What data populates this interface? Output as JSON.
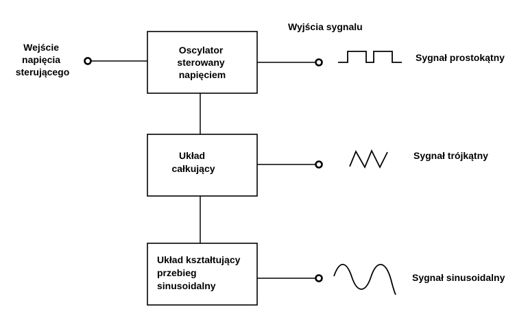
{
  "input": {
    "label_lines": [
      "Wejście",
      "napięcia",
      "sterującego"
    ]
  },
  "outputs_header": "Wyjścia sygnalu",
  "blocks": [
    {
      "id": "vco",
      "label_lines": [
        "Oscylator",
        "sterowany",
        "napięciem"
      ]
    },
    {
      "id": "integrator",
      "label_lines": [
        "Układ",
        "całkujący"
      ]
    },
    {
      "id": "shaper",
      "label_lines": [
        "Układ kształtujący",
        "przebieg",
        "sinusoidalny"
      ]
    }
  ],
  "outputs": [
    {
      "waveform": "square",
      "label": "Sygnał prostokątny"
    },
    {
      "waveform": "triangle",
      "label": "Sygnał trójkątny"
    },
    {
      "waveform": "sine",
      "label": "Sygnał sinusoidalny"
    }
  ]
}
